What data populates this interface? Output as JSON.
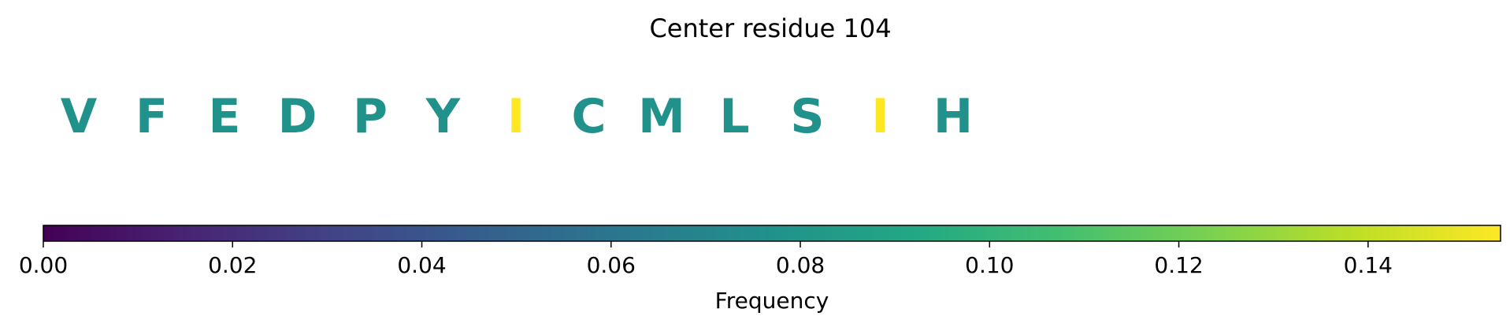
{
  "chart_data": {
    "type": "heatmap",
    "title": "Center residue 104",
    "residues": [
      {
        "letter": "V",
        "frequency": 0.077
      },
      {
        "letter": "F",
        "frequency": 0.077
      },
      {
        "letter": "E",
        "frequency": 0.077
      },
      {
        "letter": "D",
        "frequency": 0.077
      },
      {
        "letter": "P",
        "frequency": 0.077
      },
      {
        "letter": "Y",
        "frequency": 0.077
      },
      {
        "letter": "I",
        "frequency": 0.154
      },
      {
        "letter": "C",
        "frequency": 0.077
      },
      {
        "letter": "M",
        "frequency": 0.077
      },
      {
        "letter": "L",
        "frequency": 0.077
      },
      {
        "letter": "S",
        "frequency": 0.077
      },
      {
        "letter": "I",
        "frequency": 0.154
      },
      {
        "letter": "H",
        "frequency": 0.077
      }
    ],
    "colorbar": {
      "label": "Frequency",
      "colormap": "viridis",
      "range": [
        0,
        0.154
      ],
      "ticks": [
        "0.00",
        "0.02",
        "0.04",
        "0.06",
        "0.08",
        "0.10",
        "0.12",
        "0.14"
      ],
      "tick_values": [
        0,
        0.02,
        0.04,
        0.06,
        0.08,
        0.1,
        0.12,
        0.14
      ]
    }
  }
}
